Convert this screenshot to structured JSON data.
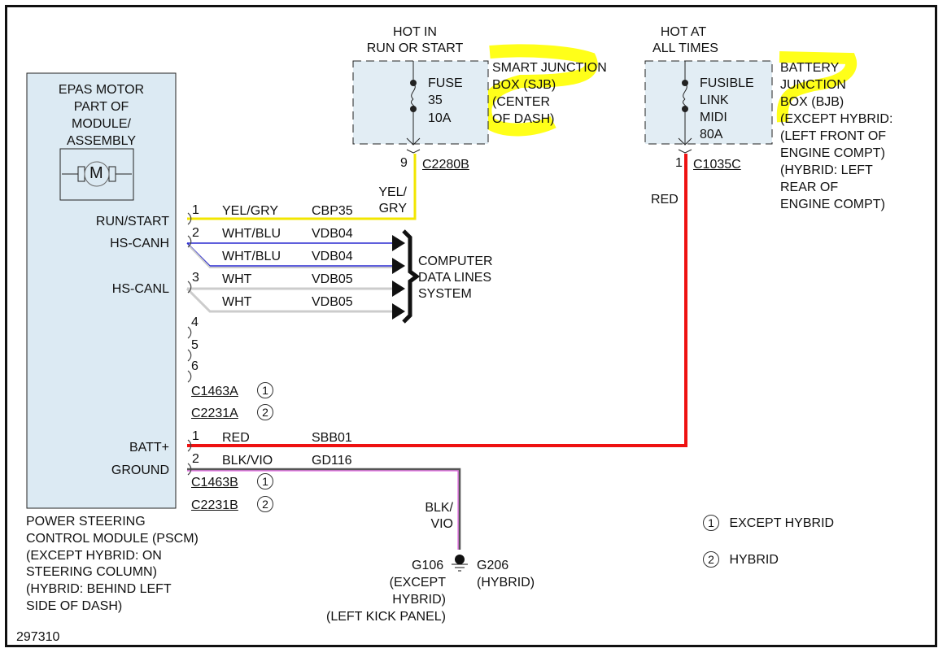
{
  "diagram_id": "297310",
  "module": {
    "inner_label": [
      "EPAS MOTOR",
      "PART OF",
      "MODULE/",
      "ASSEMBLY"
    ],
    "motor_symbol": "M",
    "pins": {
      "run_start": "RUN/START",
      "hs_canh": "HS-CANH",
      "hs_canl": "HS-CANL",
      "batt": "BATT+",
      "ground": "GROUND"
    },
    "caption": [
      "POWER STEERING",
      "CONTROL MODULE (PSCM)",
      "(EXCEPT HYBRID: ON",
      "STEERING COLUMN)",
      "(HYBRID: BEHIND LEFT",
      "SIDE OF DASH)"
    ]
  },
  "sjb": {
    "title": [
      "HOT IN",
      "RUN OR START"
    ],
    "fuse": [
      "FUSE",
      "35",
      "10A"
    ],
    "label": [
      "SMART JUNCTION",
      "BOX (SJB)",
      "(CENTER",
      "OF DASH)"
    ],
    "pin": "9",
    "connector": "C2280B",
    "wire_color": [
      "YEL/",
      "GRY"
    ]
  },
  "bjb": {
    "title": [
      "HOT AT",
      "ALL TIMES"
    ],
    "fuse": [
      "FUSIBLE",
      "LINK",
      "MIDI",
      "80A"
    ],
    "label": [
      "BATTERY",
      "JUNCTION",
      "BOX (BJB)",
      "(EXCEPT HYBRID:",
      "(LEFT FRONT OF",
      "ENGINE COMPT)",
      "(HYBRID: LEFT",
      "REAR OF",
      "ENGINE COMPT)"
    ],
    "pin": "1",
    "connector": "C1035C",
    "wire_color": "RED"
  },
  "connector_a": {
    "wires": [
      {
        "pin": "1",
        "color": "YEL/GRY",
        "circuit": "CBP35"
      },
      {
        "pin": "2",
        "color": "WHT/BLU",
        "circuit": "VDB04"
      },
      {
        "pin": "",
        "color": "WHT/BLU",
        "circuit": "VDB04"
      },
      {
        "pin": "3",
        "color": "WHT",
        "circuit": "VDB05"
      },
      {
        "pin": "",
        "color": "WHT",
        "circuit": "VDB05"
      }
    ],
    "unused_pins": [
      "4",
      "5",
      "6"
    ],
    "ids": [
      {
        "name": "C1463A",
        "variant": "1"
      },
      {
        "name": "C2231A",
        "variant": "2"
      }
    ]
  },
  "connector_b": {
    "wires": [
      {
        "pin": "1",
        "color": "RED",
        "circuit": "SBB01"
      },
      {
        "pin": "2",
        "color": "BLK/VIO",
        "circuit": "GD116"
      }
    ],
    "ids": [
      {
        "name": "C1463B",
        "variant": "1"
      },
      {
        "name": "C2231B",
        "variant": "2"
      }
    ]
  },
  "data_lines": [
    "COMPUTER",
    "DATA LINES",
    "SYSTEM"
  ],
  "ground": {
    "wire_color": [
      "BLK/",
      "VIO"
    ],
    "left_id": "G106",
    "left_note": [
      "(EXCEPT",
      "HYBRID)",
      "(LEFT KICK PANEL)"
    ],
    "right_id": "G206",
    "right_note": "(HYBRID)"
  },
  "legend": [
    {
      "num": "1",
      "label": "EXCEPT HYBRID"
    },
    {
      "num": "2",
      "label": "HYBRID"
    }
  ],
  "colors": {
    "module_fill": "#dceaf3",
    "yellow_wire": "#f2e600",
    "blue_wire": "#2a2ad0",
    "white_wire": "#cccccc",
    "red_wire": "#ee1111",
    "ground_wire": "#555555",
    "ground_wire_edge": "#e040e0",
    "highlight": "#ffff00"
  }
}
